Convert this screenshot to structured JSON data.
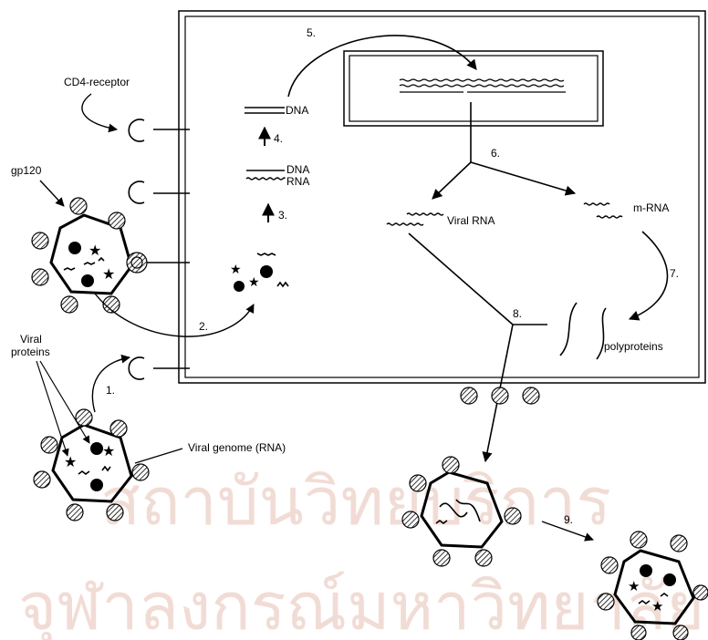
{
  "watermark": {
    "line1": "สถาบันวิทยบริการ",
    "line2": "จุฬาลงกรณ์มหาวิทยาลัย"
  },
  "labels": {
    "cd4_receptor": "CD4-receptor",
    "gp120": "gp120",
    "viral_proteins_line1": "Viral",
    "viral_proteins_line2": "proteins",
    "viral_genome": "Viral genome (RNA)",
    "dna_top": "DNA",
    "dna_mid": "DNA",
    "rna_mid": "RNA",
    "viral_rna": "Viral RNA",
    "m_rna": "m-RNA",
    "polyproteins": "polyproteins"
  },
  "steps": [
    "1.",
    "2.",
    "3.",
    "4.",
    "5.",
    "6.",
    "7.",
    "8.",
    "9."
  ]
}
